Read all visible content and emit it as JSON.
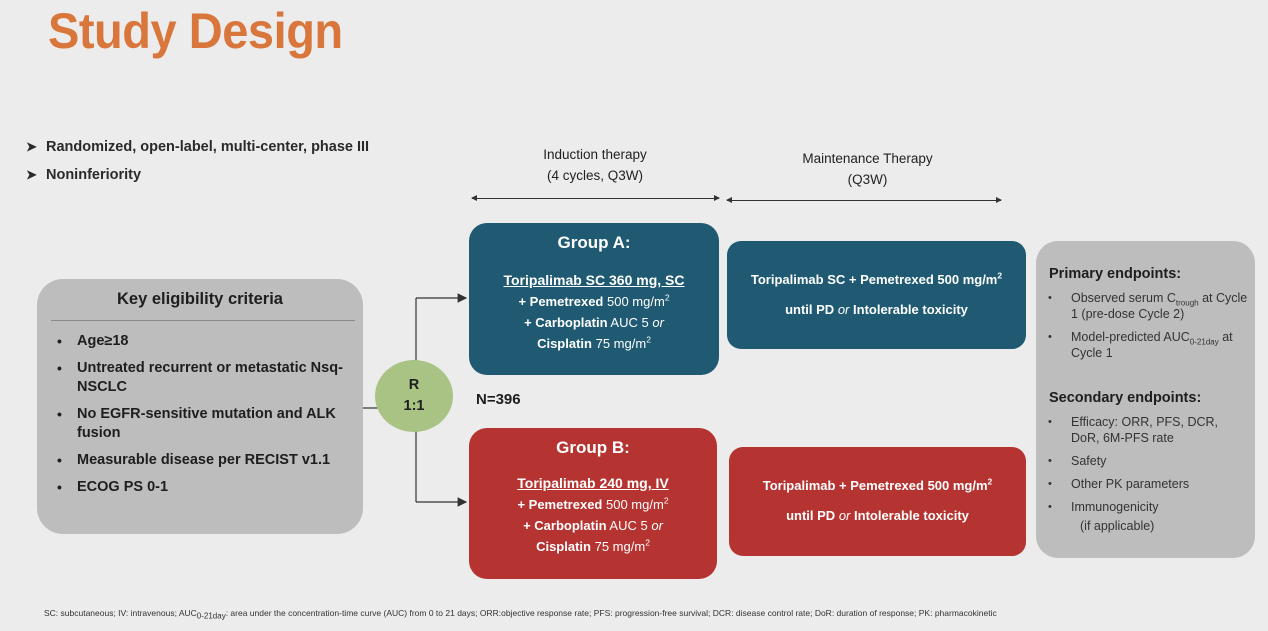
{
  "title": "Study Design",
  "bullets": [
    "Randomized, open-label, multi-center, phase III",
    "Noninferiority"
  ],
  "phases": {
    "induction": {
      "line1": "Induction therapy",
      "line2": "(4 cycles, Q3W)"
    },
    "maintenance": {
      "line1": "Maintenance Therapy",
      "line2": "(Q3W)"
    }
  },
  "eligibility": {
    "title": "Key eligibility criteria",
    "items": [
      "Age≥18",
      "Untreated recurrent or metastatic Nsq-NSCLC",
      "No EGFR-sensitive mutation and ALK fusion",
      "Measurable disease per RECIST v1.1",
      "ECOG PS 0-1"
    ]
  },
  "randomization": {
    "label": "R",
    "ratio": "1:1"
  },
  "n_label": "N=396",
  "group_a": {
    "title": "Group A:",
    "main": "Toripalimab SC 360 mg, SC",
    "l1_bold": "+ Pemetrexed",
    "l1_rest": "500 mg/m",
    "l1_sup": "2",
    "l2_bold": "+ Carboplatin",
    "l2_rest": "AUC 5",
    "l2_or": "or",
    "l3_bold": "Cisplatin",
    "l3_rest": "75 mg/m",
    "l3_sup": "2"
  },
  "group_b": {
    "title": "Group B:",
    "main": "Toripalimab 240 mg, IV",
    "l1_bold": "+ Pemetrexed",
    "l1_rest": "500 mg/m",
    "l1_sup": "2",
    "l2_bold": "+ Carboplatin",
    "l2_rest": "AUC 5",
    "l2_or": "or",
    "l3_bold": "Cisplatin",
    "l3_rest": "75 mg/m",
    "l3_sup": "2"
  },
  "maint_a": {
    "line1": "Toripalimab SC + Pemetrexed 500 mg/m",
    "sup": "2",
    "line2_a": "until PD",
    "line2_or": "or",
    "line2_b": "Intolerable toxicity"
  },
  "maint_b": {
    "line1": "Toripalimab + Pemetrexed 500 mg/m",
    "sup": "2",
    "line2_a": "until PD",
    "line2_or": "or",
    "line2_b": "Intolerable toxicity"
  },
  "endpoints": {
    "primary_title": "Primary endpoints:",
    "primary": [
      {
        "a": "Observed serum C",
        "sub": "trough",
        "b": " at Cycle 1 (pre-dose Cycle 2)"
      },
      {
        "a": "Model-predicted AUC",
        "sub": "0-21day",
        "b": " at Cycle 1"
      }
    ],
    "secondary_title": "Secondary endpoints:",
    "secondary": [
      "Efficacy: ORR, PFS, DCR, DoR, 6M-PFS rate",
      "Safety",
      "Other PK parameters",
      "Immunogenicity"
    ],
    "secondary_note": "(if applicable)"
  },
  "footnote": {
    "a": "SC: subcutaneous; IV: intravenous; AUC",
    "sub": "0-21day",
    "b": ": area under the concentration-time curve (AUC) from 0 to 21 days; ORR:objective response rate; PFS: progression-free survival; DCR: disease control rate; DoR: duration of response; PK: pharmacokinetic"
  },
  "colors": {
    "title": "#d9763c",
    "group_a": "#1f5a72",
    "group_b": "#b53431",
    "randomization": "#a8c383",
    "panel_gray": "#bdbdbd"
  }
}
